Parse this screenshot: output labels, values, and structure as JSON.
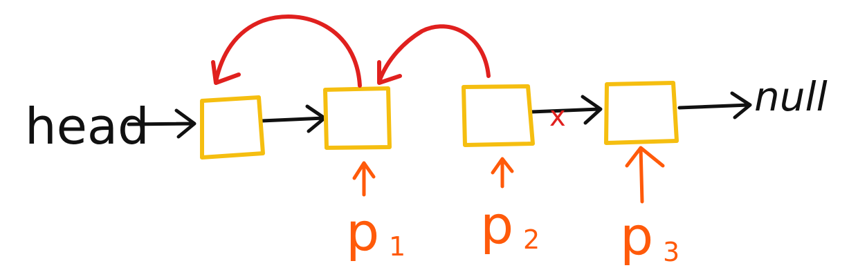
{
  "labels": {
    "head": "head",
    "null": "null",
    "p1": "p",
    "p1_sub": "1",
    "p2": "p",
    "p2_sub": "2",
    "p3": "p",
    "p3_sub": "3",
    "cut_mark": "x"
  },
  "colors": {
    "ink": "#111111",
    "node_box": "#F5BE10",
    "reverse_arrow": "#E0201E",
    "pointer": "#FF5A0A"
  },
  "nodes": 4
}
